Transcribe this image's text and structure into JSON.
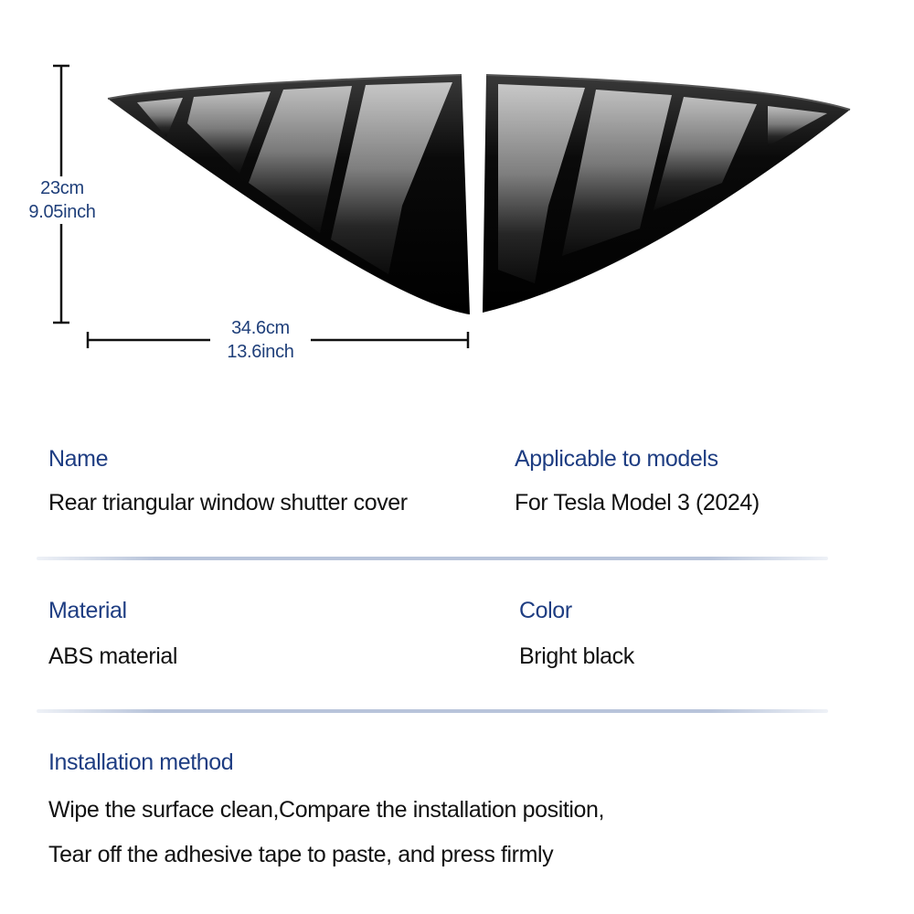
{
  "dimensions": {
    "height_cm": "23cm",
    "height_inch": "9.05inch",
    "width_cm": "34.6cm",
    "width_inch": "13.6inch"
  },
  "specs": {
    "name": {
      "label": "Name",
      "value": "Rear triangular window shutter cover"
    },
    "models": {
      "label": "Applicable to models",
      "value": "For Tesla Model 3 (2024)"
    },
    "material": {
      "label": "Material",
      "value": "ABS material"
    },
    "color": {
      "label": "Color",
      "value": "Bright black"
    },
    "installation": {
      "label": "Installation method",
      "line1": "Wipe the surface clean,Compare the installation position,",
      "line2": "Tear off the adhesive tape to paste, and press firmly"
    }
  },
  "colors": {
    "label_blue": "#1e3d82",
    "text_black": "#111111",
    "divider": "#b8c4da",
    "product": "#050505"
  }
}
